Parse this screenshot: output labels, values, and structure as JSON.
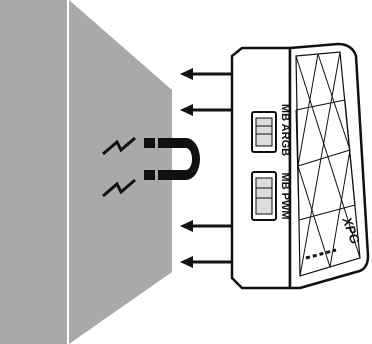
{
  "labels": {
    "port_top": "MB ARGB",
    "port_bottom": "MB PWM",
    "brand": "XPG"
  },
  "icons": {
    "mount_surface": "metal-plate",
    "magnet": "horseshoe-magnet-icon",
    "arrows": "left-arrow-icon",
    "force": "zigzag-icon"
  },
  "colors": {
    "plate_fill": "#a9a9a9",
    "line": "#111111",
    "background": "#ffffff"
  }
}
